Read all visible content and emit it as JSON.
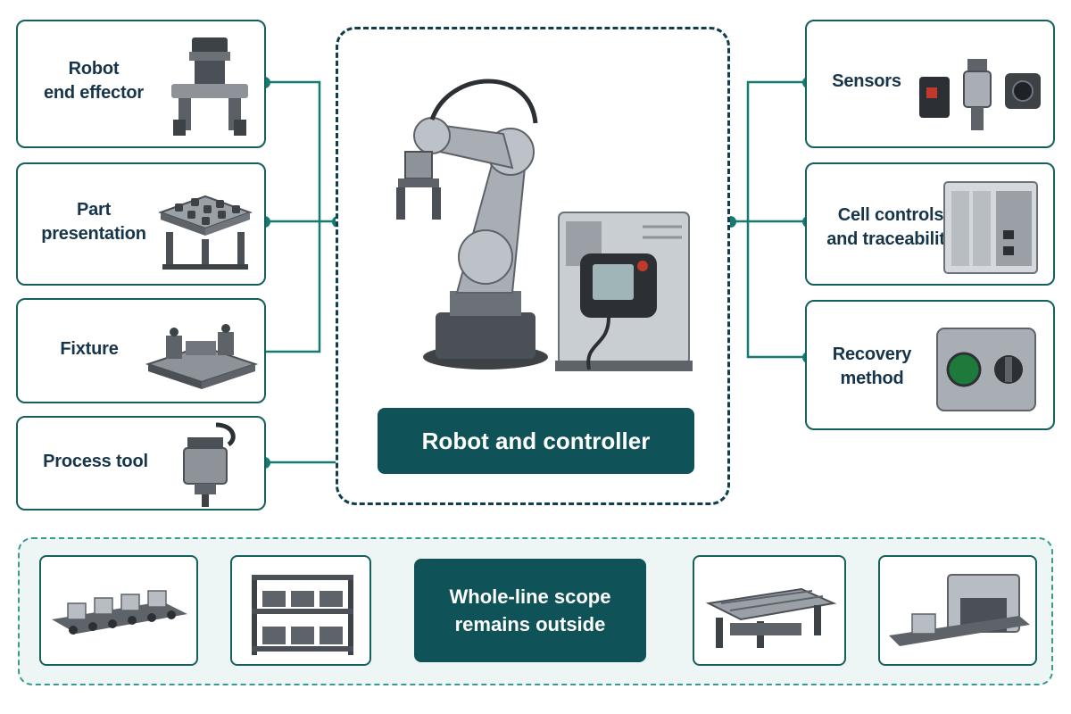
{
  "diagram": {
    "center": {
      "label": "Robot and controller",
      "icon": "robot-arm-with-controller-icon"
    },
    "left_components": [
      {
        "id": "end-effector",
        "label_lines": [
          "Robot",
          "end effector"
        ],
        "icon": "gripper-icon"
      },
      {
        "id": "part-presentation",
        "label_lines": [
          "Part",
          "presentation"
        ],
        "icon": "part-tray-icon"
      },
      {
        "id": "fixture",
        "label_lines": [
          "Fixture"
        ],
        "icon": "fixture-icon"
      },
      {
        "id": "process-tool",
        "label_lines": [
          "Process tool"
        ],
        "icon": "spindle-icon"
      }
    ],
    "right_components": [
      {
        "id": "sensors",
        "label_lines": [
          "Sensors"
        ],
        "icon": "sensor-icon"
      },
      {
        "id": "cell-controls",
        "label_lines": [
          "Cell controls",
          "and traceability"
        ],
        "icon": "control-cabinet-icon"
      },
      {
        "id": "recovery",
        "label_lines": [
          "Recovery",
          "method"
        ],
        "icon": "push-button-icon"
      }
    ],
    "whole_line": {
      "label_lines": [
        "Whole-line scope",
        "remains outside"
      ],
      "equipment_icons": [
        "conveyor-icon",
        "storage-rack-icon",
        "transfer-table-icon",
        "inspection-tunnel-icon"
      ]
    },
    "colors": {
      "accent": "#0f5257",
      "connector": "#167a70",
      "box_border": "#155f5c",
      "text": "#17354a",
      "outer_band_fill": "#eef6f5"
    }
  }
}
